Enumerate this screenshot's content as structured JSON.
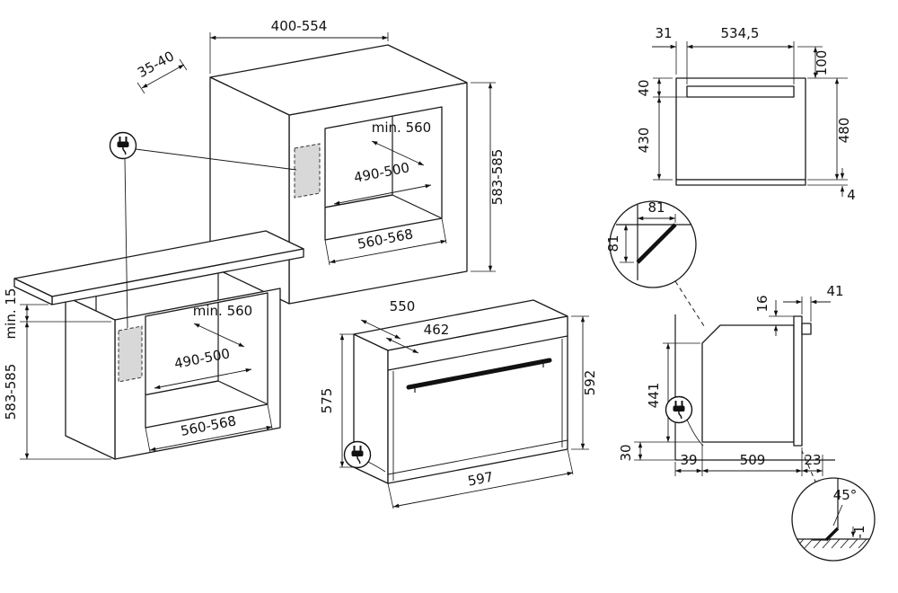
{
  "views": {
    "column": {
      "top_width": "400-554",
      "top_gap": "35-40",
      "niche_height": "583-585",
      "niche_depth": "min. 560",
      "niche_width": "490-500",
      "niche_outer_width": "560-568"
    },
    "undercounter": {
      "worktop_gap": "min. 15",
      "niche_height": "583-585",
      "niche_depth": "min. 560",
      "niche_width": "490-500",
      "niche_outer_width": "560-568"
    },
    "oven": {
      "depth": "550",
      "body_depth": "462",
      "body_height": "575",
      "height": "592",
      "width": "597"
    },
    "rear": {
      "offset_left": "31",
      "bracket_width": "534,5",
      "top_zone": "100",
      "upper_height": "40",
      "lower_height": "430",
      "total_height": "480",
      "base_lip": "4"
    },
    "side": {
      "chamfer_width": "81",
      "chamfer_height": "81",
      "top_gap": "16",
      "handle_depth": "41",
      "rear_height": "441",
      "bottom_clearance": "30",
      "rear_clearance": "39",
      "body_depth": "509",
      "front_depth": "23",
      "door_angle": "45°",
      "door_drop": "-1"
    }
  },
  "icons": {
    "power_plug": "plug-in-circle"
  },
  "colors": {
    "line": "#1a1a1a",
    "zone_fill": "#d8d8d8",
    "background": "#ffffff"
  }
}
